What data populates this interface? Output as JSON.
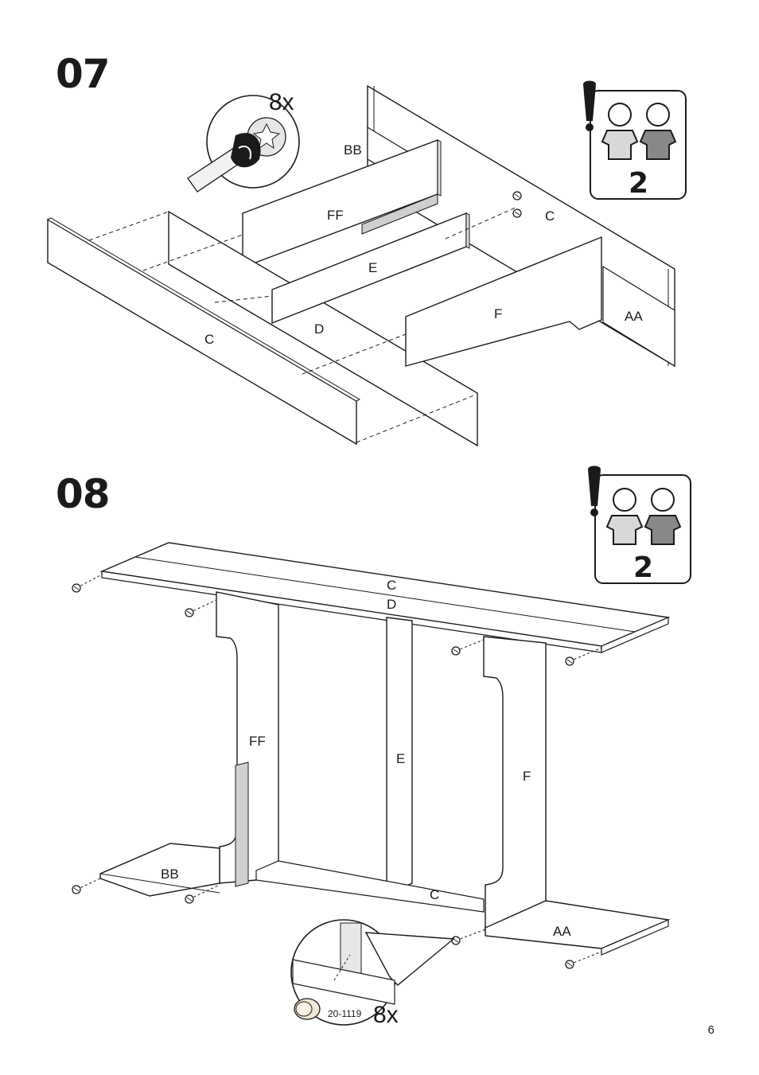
{
  "steps": [
    {
      "number": "07",
      "quantity": "8x",
      "people_count": "2",
      "parts": {
        "bb": "BB",
        "ff": "FF",
        "c_back": "C",
        "e": "E",
        "f": "F",
        "aa": "AA",
        "c_front": "C",
        "d": "D"
      }
    },
    {
      "number": "08",
      "people_count": "2",
      "parts": {
        "c": "C",
        "d": "D",
        "ff": "FF",
        "e": "E",
        "f": "F",
        "bb": "BB",
        "c_bottom": "C",
        "aa": "AA"
      },
      "detail": {
        "part_code": "20-1119",
        "quantity": "8x"
      }
    }
  ],
  "page_number": "6",
  "icons": [
    "screwdriver-icon",
    "cam-lock-icon",
    "two-people-icon",
    "warning-icon",
    "wooden-dowel-icon"
  ]
}
